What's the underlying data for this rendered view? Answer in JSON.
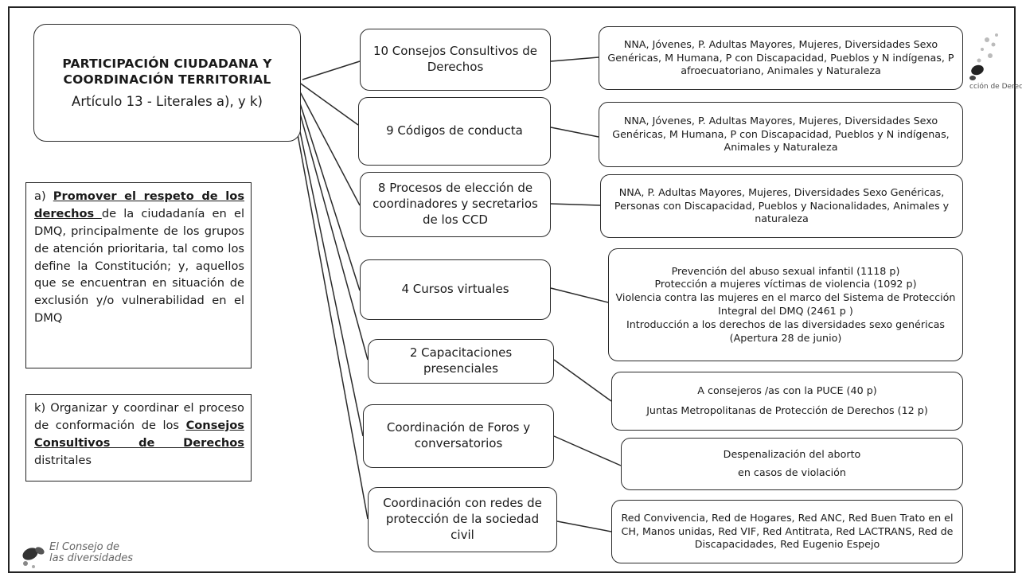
{
  "main": {
    "title_line1": "PARTICIPACIÓN CIUDADANA Y",
    "title_line2": "COORDINACIÓN TERRITORIAL",
    "title_sub": "Artículo 13 - Literales a), y k)"
  },
  "notes": {
    "a_prefix": "a) ",
    "a_bold": "Promover el respeto de los derechos ",
    "a_rest": "de la ciudadanía en el DMQ, principalmente de los grupos de atención prioritaria, tal como los define la Constitución; y, aquellos que se encuentran en situación de exclusión y/o vulnerabilidad en el DMQ",
    "k_prefix": "k) Organizar y coordinar el proceso de conformación de los ",
    "k_bold": "Consejos Consultivos de Derechos",
    "k_rest": " distritales"
  },
  "items": [
    {
      "label": "10 Consejos Consultivos de Derechos",
      "details": [
        "NNA, Jóvenes, P. Adultas Mayores, Mujeres, Diversidades Sexo Genéricas, M Humana, P con Discapacidad, Pueblos y N indígenas, P afroecuatoriano, Animales y Naturaleza"
      ]
    },
    {
      "label": "9 Códigos de conducta",
      "details": [
        "NNA, Jóvenes, P. Adultas Mayores, Mujeres, Diversidades Sexo Genéricas, M Humana, P con Discapacidad, Pueblos y N indígenas, Animales y Naturaleza"
      ]
    },
    {
      "label": "8 Procesos de elección de coordinadores y secretarios de los CCD",
      "details": [
        "NNA, P. Adultas Mayores, Mujeres, Diversidades Sexo Genéricas, Personas con Discapacidad, Pueblos y Nacionalidades, Animales y naturaleza"
      ]
    },
    {
      "label": "4 Cursos virtuales",
      "details": [
        "Prevención del abuso sexual infantil (1118 p)",
        "Protección a mujeres víctimas de violencia (1092 p)",
        "Violencia contra las mujeres en el marco del Sistema de Protección Integral del DMQ (2461 p )",
        "Introducción a los derechos de las diversidades sexo genéricas (Apertura 28 de junio)"
      ]
    },
    {
      "label": "2 Capacitaciones presenciales",
      "details": [
        "A consejeros /as con la PUCE (40 p)",
        "Juntas Metropolitanas de Protección de Derechos (12 p)"
      ]
    },
    {
      "label": "Coordinación de Foros y conversatorios",
      "details": [
        "Despenalización del aborto",
        "en casos de violación"
      ]
    },
    {
      "label": "Coordinación con redes de protección de la sociedad civil",
      "details": [
        "Red Convivencia, Red de Hogares, Red ANC, Red Buen Trato en el CH, Manos unidas, Red VIF, Red Antitrata, Red LACTRANS, Red de Discapacidades, Red Eugenio Espejo"
      ]
    }
  ],
  "logo": {
    "line1": "El Consejo de",
    "line2": "las diversidades"
  },
  "seal": {
    "text": "cción de Derechos"
  }
}
